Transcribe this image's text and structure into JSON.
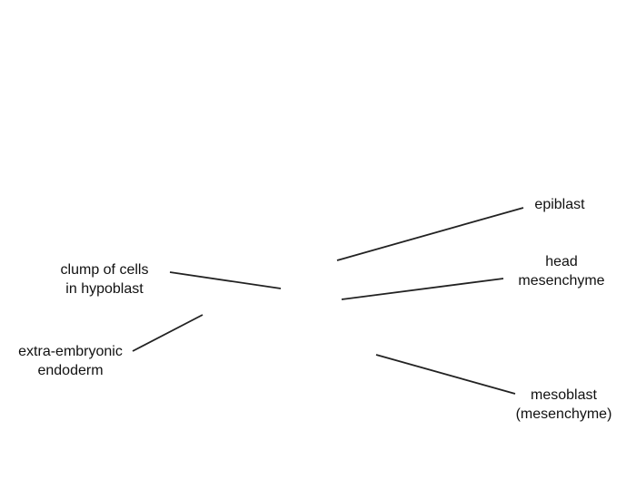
{
  "labels": {
    "epiblast": [
      "epiblast"
    ],
    "head_mesenchyme": [
      "head",
      "mesenchyme"
    ],
    "clump": [
      "clump of cells",
      "in hypoblast"
    ],
    "extra_embryonic": [
      "extra-embryonic",
      "endoderm"
    ],
    "mesoblast": [
      "mesoblast",
      "(mesenchyme)"
    ]
  },
  "colors": {
    "line": "#222222",
    "text": "#111111",
    "background": "#ffffff"
  }
}
